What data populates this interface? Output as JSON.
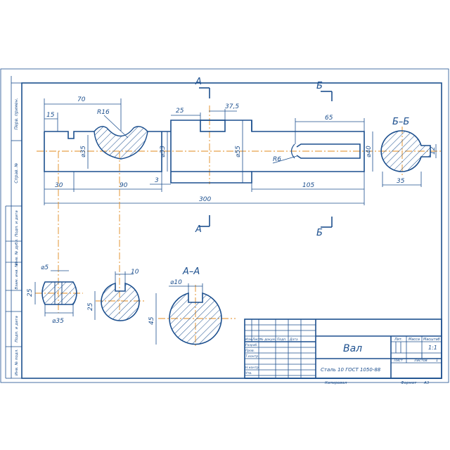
{
  "sheet": {
    "side_strip_labels": [
      "Перв. примен.",
      "Справ. №",
      "Подп. и дата",
      "Инв. № дубл.",
      "Взам. инв. №",
      "Подп. и дата",
      "Инв. № подл."
    ]
  },
  "section_markers": {
    "a": "А",
    "b": "Б",
    "section_aa": "А–А",
    "section_bb": "Б–Б"
  },
  "dimensions": {
    "d70": "70",
    "d15": "15",
    "r16": "R16",
    "d25": "25",
    "d375": "37,5",
    "d65": "65",
    "phi35": "⌀35",
    "phi33": "⌀33",
    "phi55": "⌀55",
    "phi40": "⌀40",
    "r6": "R6",
    "d30": "30",
    "d90": "90",
    "d3": "3",
    "d105": "105",
    "d300": "300",
    "bb_12": "12",
    "bb_35": "35",
    "s1_phi5": "⌀5",
    "s1_25": "25",
    "s1_phi35": "⌀35",
    "s2_10": "10",
    "s2_25": "25",
    "aa_phi10": "⌀10",
    "aa_45": "45"
  },
  "title_block": {
    "name": "Вал",
    "material": "Сталь 10 ГОСТ 1050-88",
    "col_lit": "Лит.",
    "col_mass": "Масса",
    "col_scale": "Масштаб",
    "scale_value": "1:1",
    "sheet_label": "Лист",
    "sheets_label": "Листов",
    "sheets_value": "1",
    "rev_headers": [
      "Изм.",
      "Лист",
      "№ докум.",
      "Подп.",
      "Дата"
    ],
    "row_labels": [
      "Разраб.",
      "Пров.",
      "Т.контр.",
      "",
      "Н.контр.",
      "Утв."
    ],
    "copied": "Копировал",
    "format": "Формат",
    "format_value": "А3"
  }
}
